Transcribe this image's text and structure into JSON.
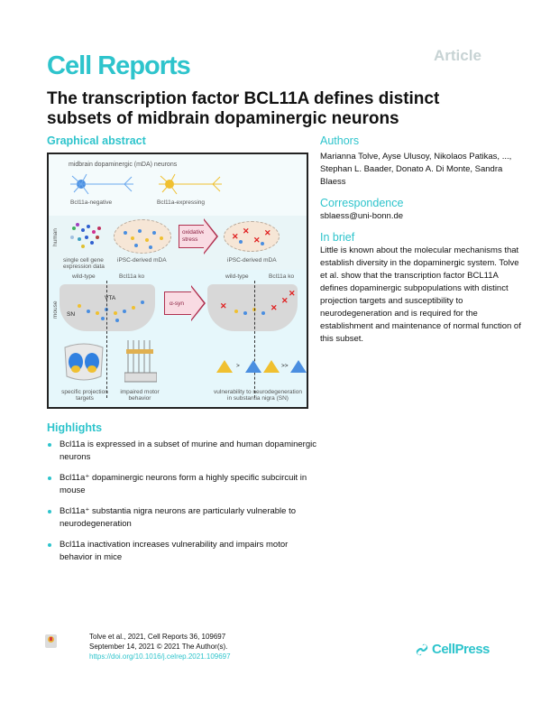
{
  "header": {
    "article_type": "Article",
    "journal": "Cell Reports",
    "title": "The transcription factor BCL11A defines distinct subsets of midbrain dopaminergic neurons"
  },
  "graphical_abstract": {
    "heading": "Graphical abstract",
    "top_label": "midbrain dopaminergic (mDA) neurons",
    "neuron_labels": [
      "Bcl11a-negative",
      "Bcl11a-expressing"
    ],
    "human": {
      "side_label": "human",
      "labels": [
        "single cell gene expression data",
        "iPSC-derived mDA",
        "iPSC-derived mDA"
      ],
      "arrow_text": "oxidative stress"
    },
    "mouse": {
      "side_label": "mouse",
      "column_labels": [
        "wild-type",
        "Bcl11a ko",
        "wild-type",
        "Bcl11a ko"
      ],
      "region_labels": [
        "VTA",
        "SN"
      ],
      "arrow_text": "α-syn",
      "comparison_symbols": [
        ">",
        ">>"
      ],
      "bottom_labels": [
        "specific projection targets",
        "impaired motor behavior",
        "vulnerability to neurodegeneration in substantia nigra (SN)"
      ]
    },
    "colors": {
      "bcl11a_negative": "#4a8ee0",
      "bcl11a_expressing": "#f0c030",
      "degeneration": "#e02020",
      "arrow_fill": "#f9dbe3",
      "arrow_border": "#b0304f"
    }
  },
  "sidebar": {
    "authors_heading": "Authors",
    "authors": "Marianna Tolve, Ayse Ulusoy, Nikolaos Patikas, ..., Stephan L. Baader, Donato A. Di Monte, Sandra Blaess",
    "correspondence_heading": "Correspondence",
    "correspondence_email": "sblaess@uni-bonn.de",
    "in_brief_heading": "In brief",
    "in_brief": "Little is known about the molecular mechanisms that establish diversity in the dopaminergic system. Tolve et al. show that the transcription factor BCL11A defines dopaminergic subpopulations with distinct projection targets and susceptibility to neurodegeneration and is required for the establishment and maintenance of normal function of this subset."
  },
  "highlights": {
    "heading": "Highlights",
    "items": [
      "Bcl11a is expressed in a subset of murine and human dopaminergic neurons",
      "Bcl11a⁺ dopaminergic neurons form a highly specific subcircuit in mouse",
      "Bcl11a⁺ substantia nigra neurons are particularly vulnerable to neurodegeneration",
      "Bcl11a inactivation increases vulnerability and impairs motor behavior in mice"
    ]
  },
  "footer": {
    "citation_line1": "Tolve et al., 2021, Cell Reports 36, 109697",
    "citation_line2": "September 14, 2021 © 2021 The Author(s).",
    "doi": "https://doi.org/10.1016/j.celrep.2021.109697",
    "publisher": "CellPress",
    "check_updates_icon": "check-for-updates-icon"
  },
  "theme": {
    "accent": "#2ec4cc",
    "article_label": "#c7d3d4"
  }
}
